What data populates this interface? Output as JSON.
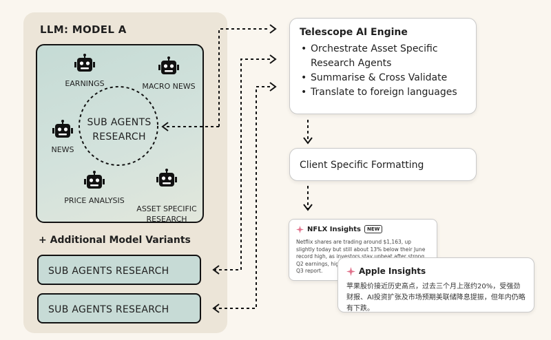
{
  "left_panel": {
    "title": "LLM: MODEL A",
    "center_label": "SUB AGENTS\nRESEARCH",
    "agents": {
      "earnings": "EARNINGS",
      "macro": "MACRO NEWS",
      "news": "NEWS",
      "asset": "ASSET SPECIFIC\nRESEARCH",
      "price": "PRICE ANALYSIS"
    },
    "variants_title": "+ Additional Model Variants",
    "variants": [
      "SUB AGENTS RESEARCH",
      "SUB AGENTS RESEARCH"
    ]
  },
  "engine": {
    "title": "Telescope AI Engine",
    "bullets": [
      "Orchestrate Asset Specific\nResearch Agents",
      "Summarise & Cross Validate",
      "Translate to foreign languages"
    ]
  },
  "formatting": {
    "label": "Client Specific Formatting"
  },
  "nflx_card": {
    "title": "NFLX Insights",
    "badge": "NEW",
    "body": "Netflix shares are trading around $1,163, up slightly today but still about 13% below their June record high, as investors stay upbeat after strong Q2 earnings, higher full-year guidance, ... week's Q3 report."
  },
  "apple_card": {
    "title": "Apple Insights",
    "body": "苹果股价接近历史高点，过去三个月上涨约20%，受强劲财报、AI投资扩张及市场预期美联储降息提振，但年内仍略有下跌。"
  },
  "colors": {
    "panel_bg": "#ece5d8",
    "model_fill": "#c5dbd5",
    "variant_fill": "#c7dbd6",
    "accent_spark": "#e0708a"
  }
}
